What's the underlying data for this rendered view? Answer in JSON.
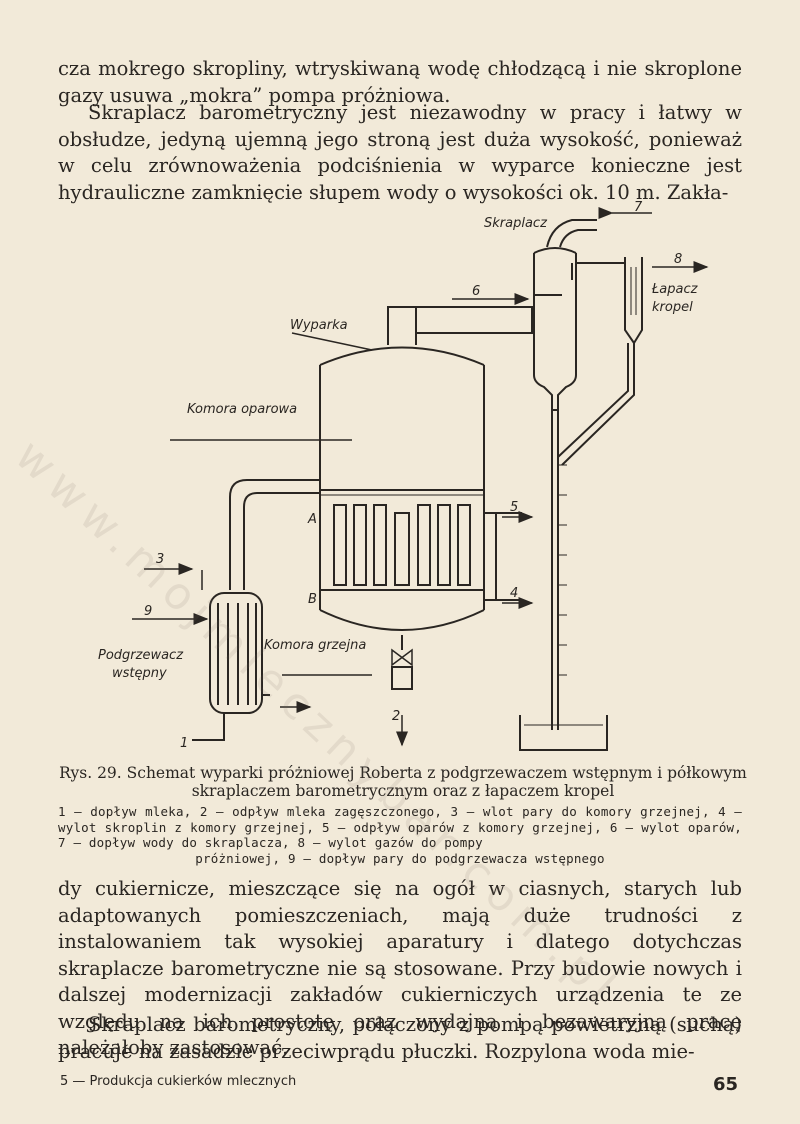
{
  "text": {
    "para1": "cza mokrego skropliny, wtryskiwaną wodę chłodzącą i nie skroplone gazy usuwa „mokra” pompa próżniowa.",
    "para2": "Skraplacz barometryczny jest niezawodny w pracy i łatwy w obsłudze, jedyną ujemną jego stroną jest duża wysokość, ponieważ w celu zrównoważenia podciśnienia w wyparce konieczne jest hydrauliczne zamknięcie słupem wody o wysokości ok. 10 m. Zakła-",
    "para3": "dy cukiernicze, mieszczące się na ogół w ciasnych, starych lub adaptowanych pomieszczeniach, mają duże trudności z instalowaniem tak wysokiej aparatury i dlatego dotychczas skraplacze barometryczne nie są stosowane. Przy budowie nowych i dalszej modernizacji zakładów cukierniczych urządzenia te ze względu na ich prostotę oraz wydajną i bezawaryjną pracę należałoby zastosować.",
    "para4": "Skraplacz barometryczny, połączony z pompą powietrzną (suchą) pracuje na zasadzie przeciwprądu płuczki. Rozpylona woda mie-"
  },
  "figure": {
    "labels": {
      "skraplacz": "Skraplacz",
      "wyparka": "Wyparka",
      "komora_oparowa": "Komora oparowa",
      "lapacz_line1": "Łapacz",
      "lapacz_line2": "kropel",
      "komora_grzejna": "Komora grzejna",
      "podgrzewacz_line1": "Podgrzewacz",
      "podgrzewacz_line2": "wstępny",
      "point_a": "A",
      "point_b": "B"
    },
    "numbers": {
      "n1": "1",
      "n2": "2",
      "n3": "3",
      "n4": "4",
      "n5": "5",
      "n6": "6",
      "n7": "7",
      "n8": "8",
      "n9": "9"
    }
  },
  "caption": {
    "title": "Rys. 29. Schemat wyparki próżniowej Roberta z podgrzewaczem wstępnym i półkowym skraplaczem barometrycznym oraz z łapaczem kropel",
    "legend_main": "1 — dopływ mleka, 2 — odpływ mleka zagęszczonego, 3 — wlot pary do komory grzejnej, 4 — wylot skroplin z komory grzejnej, 5 — odpływ oparów z komory grzejnej, 6 — wylot oparów, 7 — dopływ wody do skraplacza, 8 — wylot gazów do pompy",
    "legend_end": "próżniowej, 9 — dopływ pary do podgrzewacza wstępnego"
  },
  "footer": {
    "left": "5 — Produkcja cukierków mlecznych",
    "page_number": "65"
  },
  "watermark": "www.mojmlecznybar.com.pl"
}
